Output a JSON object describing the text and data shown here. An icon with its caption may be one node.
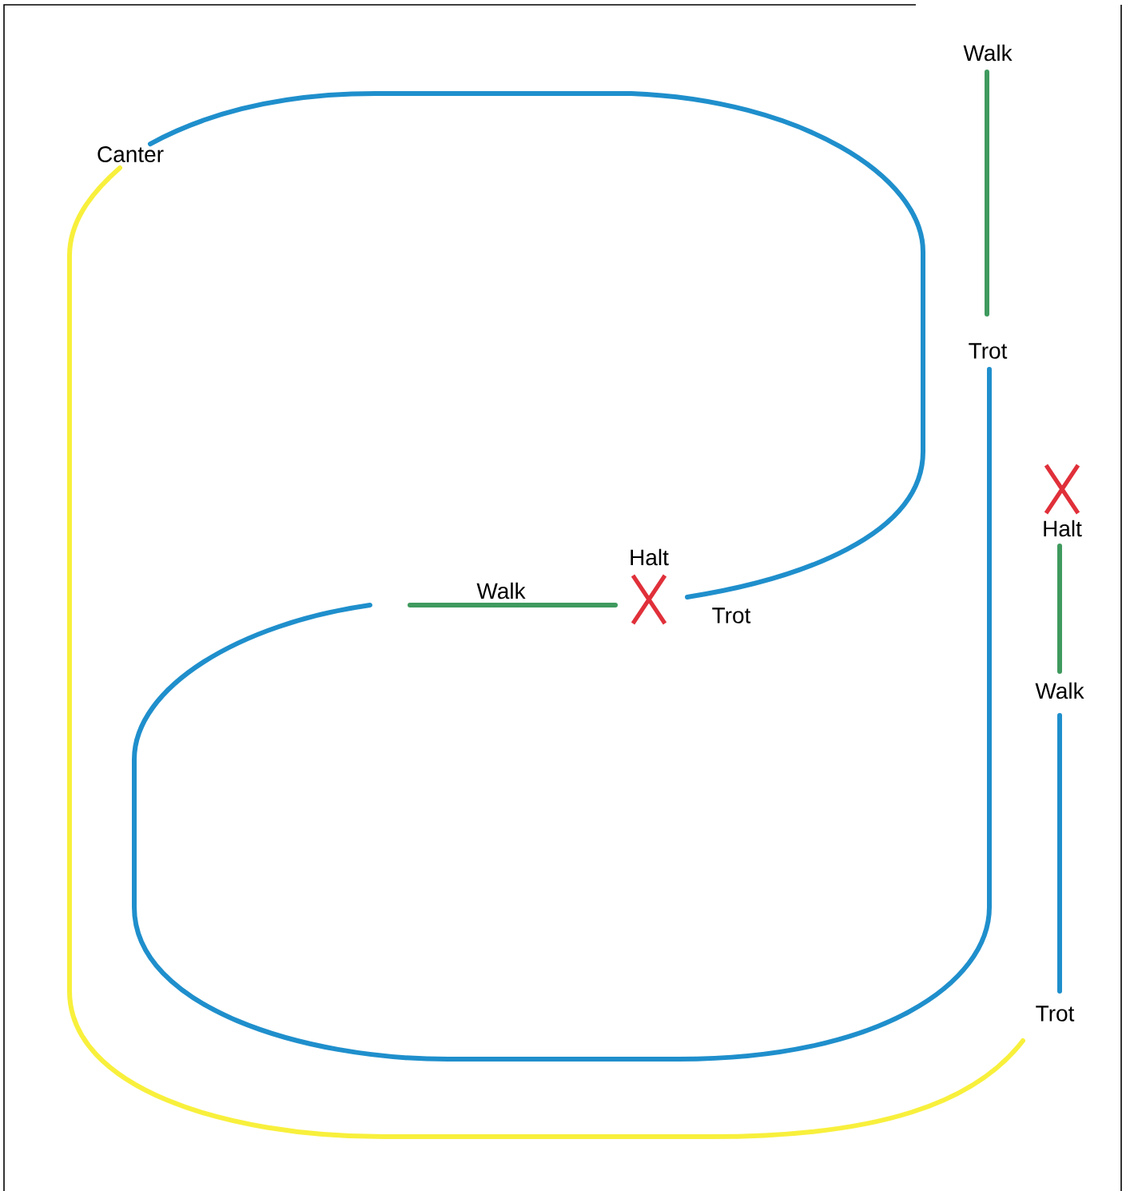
{
  "diagram": {
    "labels": [
      "Walk",
      "Canter",
      "Trot",
      "Halt",
      "Halt",
      "Walk",
      "Trot",
      "Walk",
      "Trot"
    ]
  }
}
